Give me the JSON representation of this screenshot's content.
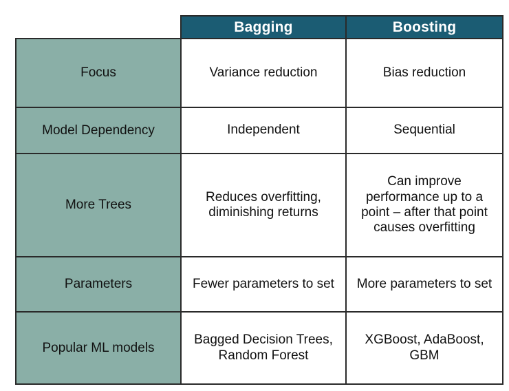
{
  "table": {
    "corner_label": "",
    "columns": [
      {
        "key": "label",
        "header": ""
      },
      {
        "key": "bagging",
        "header": "Bagging"
      },
      {
        "key": "boosting",
        "header": "Boosting"
      }
    ],
    "rows": [
      {
        "label": "Focus",
        "bagging": "Variance reduction",
        "boosting": "Bias reduction"
      },
      {
        "label": "Model Dependency",
        "bagging": "Independent",
        "boosting": "Sequential"
      },
      {
        "label": "More Trees",
        "bagging": "Reduces overfitting, diminishing returns",
        "boosting": "Can improve performance up to a point – after that point causes overfitting"
      },
      {
        "label": "Parameters",
        "bagging": "Fewer parameters to set",
        "boosting": "More parameters to set"
      },
      {
        "label": "Popular ML models",
        "bagging": "Bagged Decision Trees, Random Forest",
        "boosting": "XGBoost, AdaBoost, GBM"
      }
    ]
  },
  "colors": {
    "header_background": "#1b5c73",
    "header_text": "#ffffff",
    "label_column_background": "#8aafa7",
    "data_cell_background": "#ffffff",
    "border": "#2a2a2a",
    "page_background": "#ffffff",
    "text": "#111111"
  }
}
